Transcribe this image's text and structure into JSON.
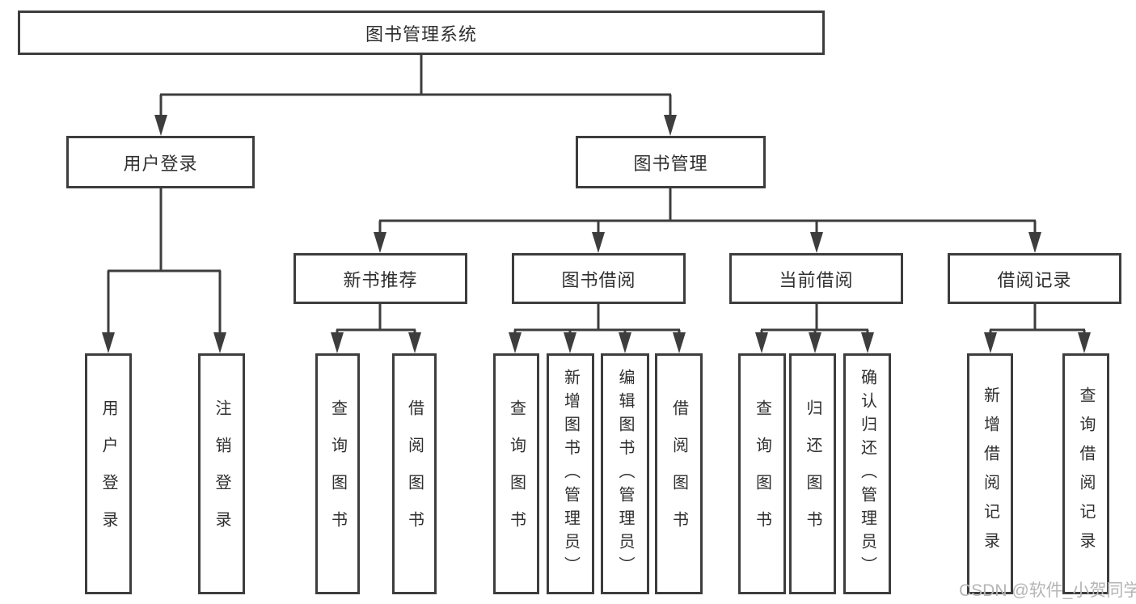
{
  "diagram": {
    "root": {
      "label": "图书管理系统"
    },
    "level2": [
      {
        "label": "用户登录"
      },
      {
        "label": "图书管理"
      }
    ],
    "level3": [
      {
        "label": "新书推荐"
      },
      {
        "label": "图书借阅"
      },
      {
        "label": "当前借阅"
      },
      {
        "label": "借阅记录"
      }
    ],
    "leaves": {
      "user_login": [
        {
          "label": "用户登录"
        },
        {
          "label": "注销登录"
        }
      ],
      "new_book": [
        {
          "label": "查询图书"
        },
        {
          "label": "借阅图书"
        }
      ],
      "book_borrow": [
        {
          "label": "查询图书"
        },
        {
          "label": "新增图书（管理员）"
        },
        {
          "label": "编辑图书（管理员）"
        },
        {
          "label": "借阅图书"
        }
      ],
      "current_borrow": [
        {
          "label": "查询图书"
        },
        {
          "label": "归还图书"
        },
        {
          "label": "确认归还（管理员）"
        }
      ],
      "borrow_record": [
        {
          "label": "新增借阅记录"
        },
        {
          "label": "查询借阅记录"
        }
      ]
    },
    "watermark": "CSDN @软件_小贺同学",
    "colors": {
      "line": "#3d3d3d",
      "text": "#2f2f2f",
      "watermark_text": "#b5b5b5",
      "background": "#ffffff"
    }
  }
}
